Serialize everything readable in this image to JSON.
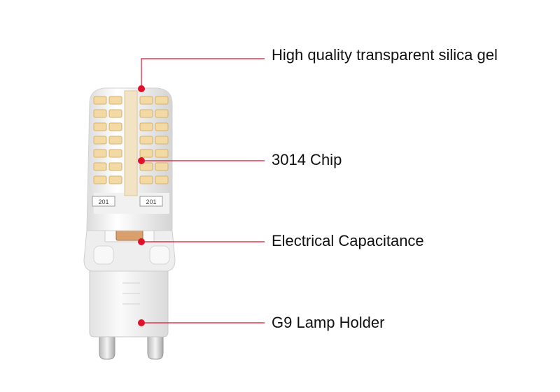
{
  "callouts": [
    {
      "id": "silica",
      "text": "High quality transparent silica gel"
    },
    {
      "id": "chip",
      "text": "3014 Chip"
    },
    {
      "id": "capacitance",
      "text": "Electrical Capacitance"
    },
    {
      "id": "holder",
      "text": "G9 Lamp Holder"
    }
  ],
  "board_marks": [
    "201",
    "201"
  ],
  "colors": {
    "leader": "#e0102a",
    "dot": "#e0102a",
    "led": "#f3d9a4",
    "body": "#f3f3f3"
  }
}
